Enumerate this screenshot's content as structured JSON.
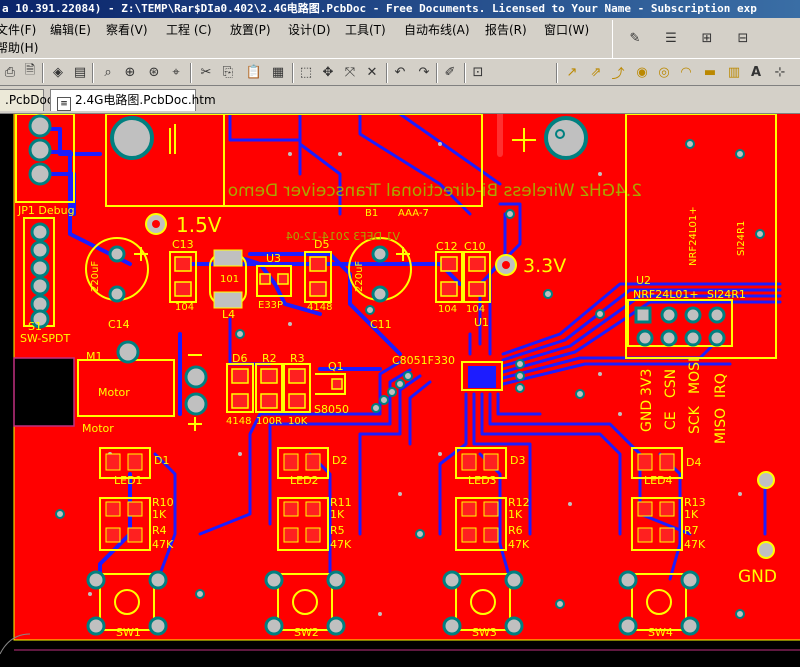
{
  "window": {
    "title": "a 10.391.22084) - Z:\\TEMP\\Rar$DIa0.402\\2.4G电路图.PcbDoc - Free Documents. Licensed to Your Name - Subscription exp"
  },
  "menu": {
    "items": [
      "文件(F)",
      "编辑(E)",
      "察看(V)",
      "工程 (C)",
      "放置(P)",
      "设计(D)",
      "工具(T)",
      "自动布线(A)",
      "报告(R)",
      "窗口(W)",
      "帮助(H)"
    ]
  },
  "tabs": [
    {
      "label": ".PcbDoc"
    },
    {
      "label": "2.4G电路图.PcbDoc.htm"
    }
  ],
  "pcb": {
    "title_text": "2.4GHz Wireless Bi-directional Transceiver Demo",
    "rev_text": "V1 DEF3 2014-12-04",
    "labels": {
      "jp1": "JP1 Debug",
      "s1": "S1",
      "sw_spdt": "SW-SPDT",
      "v15": "1.5V",
      "c13": "C13",
      "c13_val": "104",
      "c14": "C14",
      "c14_val": "220uF",
      "l4_val": "101",
      "l4": "L4",
      "u3": "U3",
      "e33p": "E33P",
      "d5": "D5",
      "d5_val": "4148",
      "b1": "B1",
      "aaa7": "AAA-7",
      "c11": "C11",
      "c11_val": "220uF",
      "c12": "C12",
      "c10": "C10",
      "c12_val": "104",
      "c10_val": "104",
      "v33": "3.3V",
      "u1": "U1",
      "mcu": "C8051F330",
      "u2": "U2",
      "nrf": "NRF24L01+",
      "si24": "SI24R1",
      "nrf_v": "NRF24L01+",
      "si24_v": "SI24R1",
      "m1": "M1",
      "motor": "Motor",
      "motor2": "Motor",
      "d6": "D6",
      "d6_val": "4148",
      "r2": "R2",
      "r2_val": "100R",
      "r3": "R3",
      "r3_val": "10K",
      "q1": "Q1",
      "q1_val": "S8050",
      "gnd": "GND",
      "pins": [
        "GND",
        "3V3",
        "CE",
        "CSN",
        "SCK",
        "MOSI",
        "MISO",
        "IRQ"
      ]
    },
    "channels": [
      {
        "d": "D1",
        "led": "LED1",
        "r1": "R10",
        "r1v": "1K",
        "r2": "R4",
        "r2v": "47K",
        "sw": "SW1"
      },
      {
        "d": "D2",
        "led": "LED2",
        "r1": "R11",
        "r1v": "1K",
        "r2": "R5",
        "r2v": "47K",
        "sw": "SW2"
      },
      {
        "d": "D3",
        "led": "LED3",
        "r1": "R12",
        "r1v": "1K",
        "r2": "R6",
        "r2v": "47K",
        "sw": "SW3"
      },
      {
        "d": "D4",
        "led": "LED4",
        "r1": "R13",
        "r1v": "1K",
        "r2": "R7",
        "r2v": "47K",
        "sw": "SW4"
      }
    ],
    "colors": {
      "copper": "#ff0000",
      "bottom": "#1c1cff",
      "silk": "#ffff00",
      "pad": "#c0c0c0",
      "board": "#000000"
    }
  }
}
